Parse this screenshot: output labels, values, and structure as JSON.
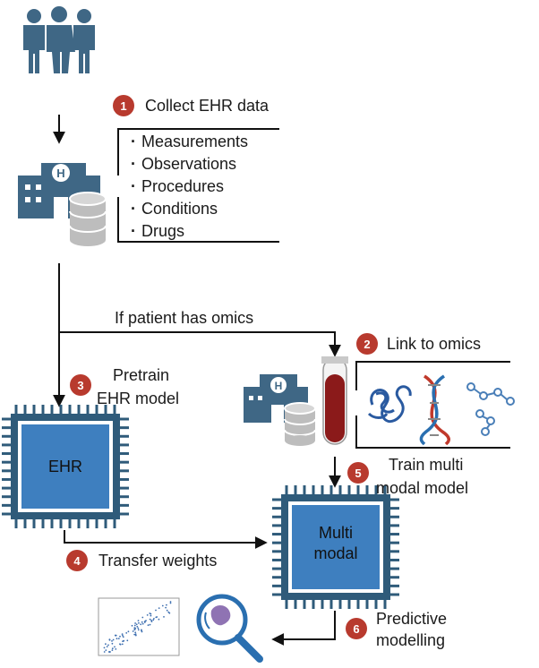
{
  "steps": {
    "s1": {
      "num": "1",
      "label": "Collect EHR data"
    },
    "s2": {
      "num": "2",
      "label": "Link to omics"
    },
    "s3": {
      "num": "3",
      "label_line1": "Pretrain",
      "label_line2": "EHR model"
    },
    "s4": {
      "num": "4",
      "label": "Transfer weights"
    },
    "s5": {
      "num": "5",
      "label_line1": "Train multi",
      "label_line2": "modal model"
    },
    "s6": {
      "num": "6",
      "label_line1": "Predictive",
      "label_line2": "modelling"
    }
  },
  "ehr_items": [
    "Measurements",
    "Observations",
    "Procedures",
    "Conditions",
    "Drugs"
  ],
  "branch_label": "If patient has omics",
  "chips": {
    "ehr": "EHR",
    "multimodal_line1": "Multi",
    "multimodal_line2": "modal"
  },
  "icons": [
    "people-icon",
    "hospital-icon",
    "database-icon",
    "blood-tube-icon",
    "protein-icon",
    "dna-helix-icon",
    "molecule-icon",
    "chip-icon",
    "scatter-plot-icon",
    "magnifier-icon"
  ],
  "colors": {
    "badge": "#b83a2e",
    "icon_slate": "#3f6785",
    "chip_body": "#3e7fbf",
    "chip_frame": "#2f5b7a",
    "dna_red": "#c0392b",
    "dna_blue": "#2a6fb0",
    "tube_blood": "#8b1a1a"
  }
}
